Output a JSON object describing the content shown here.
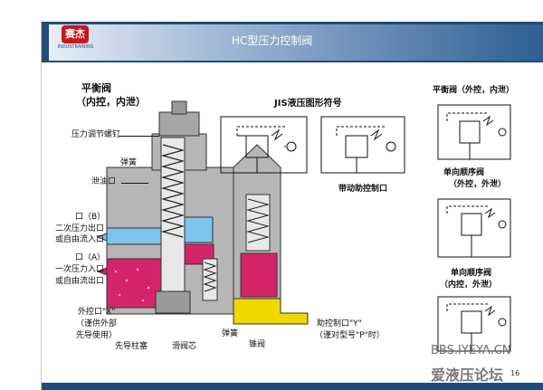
{
  "header": {
    "title": "HC型压力控制阀",
    "logo_text": "赛杰",
    "logo_tagline": "INDUSTRAINING"
  },
  "left": {
    "title_line1": "平衡阀",
    "title_line2": "（内控，内泄）",
    "labels": {
      "adjust_screw": "压力调节螺钉",
      "spring_top": "弹簧",
      "drain": "泄油口",
      "port_b": "口（B）",
      "secondary_out": "二次压力出口",
      "free_in": "或自由流入口",
      "port_a": "口（A）",
      "primary_in": "一次压力入口",
      "free_out": "或自由流出口",
      "ext_port": "外控口\"X\"",
      "ext_note1": "（谨供外部",
      "ext_note2": "先导使用）",
      "pilot_plunger": "先导柱塞",
      "spool": "滑阀芯",
      "spring_bottom": "弹簧",
      "poppet": "锥阀",
      "aux_port": "助控制口\"Y\"",
      "aux_note": "（谨对型号\"P\"时）"
    }
  },
  "center": {
    "jis_title": "JIS液压图形符号",
    "aux_caption": "带动助控制口"
  },
  "right": {
    "s1": "平衡阀（外控，内泄）",
    "s2_line1": "单向顺序阀",
    "s2_line2": "（外控，外泄）",
    "s3_line1": "单向顺序阀",
    "s3_line2": "（内控，外泄）"
  },
  "watermark": {
    "line1": "BBS.IYEYA.CN",
    "line2": "爱液压论坛"
  },
  "page_number": "16",
  "colors": {
    "header_bg": "#1e4d7d",
    "pressure_fluid": "#d4246a",
    "pilot_fluid": "#7fc4ea",
    "body": "#b8b8b8"
  }
}
